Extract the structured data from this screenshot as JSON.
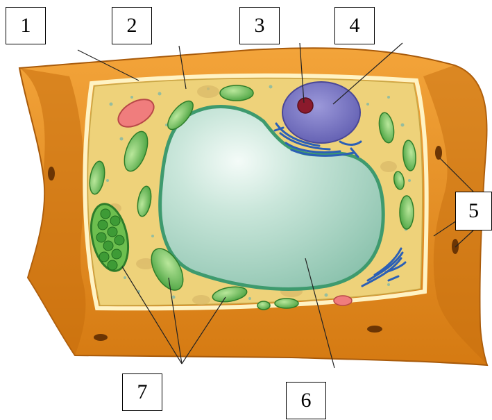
{
  "labels": [
    "1",
    "2",
    "3",
    "4",
    "5",
    "6",
    "7"
  ],
  "colors": {
    "cell_wall": "#E8911C",
    "cell_wall_dark": "#B25E0B",
    "cytoplasm": "#EED27A",
    "vacuole": "#B9DCC9",
    "vacuole_edge": "#3E9A6E",
    "nucleus": "#7B78C4",
    "nucleolus": "#8B1A2C",
    "chloroplast": "#6DBF4F",
    "mitochondrion": "#F07D7D",
    "er": "#2B5FB6"
  }
}
